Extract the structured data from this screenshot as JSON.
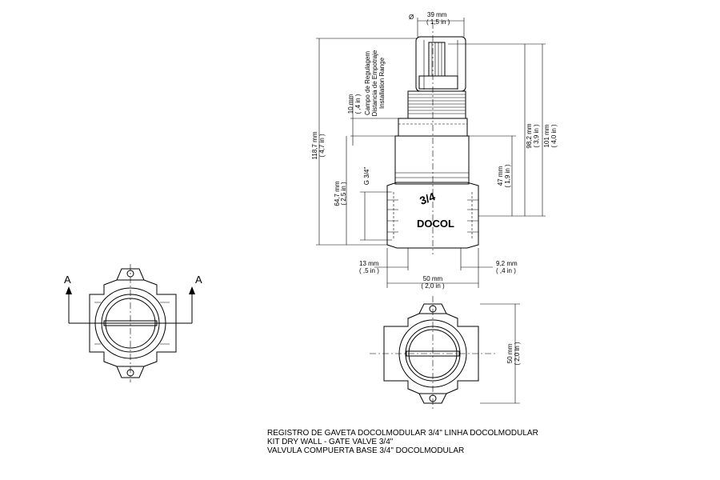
{
  "caption": {
    "line1": "REGISTRO DE GAVETA DOCOLMODULAR 3/4\" LINHA DOCOLMODULAR",
    "line2": "KIT DRY WALL - GATE VALVE 3/4\"",
    "line3": "VALVULA COMPUERTA BASE 3/4\" DOCOLMODULAR"
  },
  "brand": {
    "logo_text": "DOCOL",
    "body_mark": "3/4"
  },
  "section_marks": {
    "left": "A",
    "right": "A"
  },
  "dimensions": {
    "top_diameter": {
      "symbol": "Ø",
      "mm": "39 mm",
      "in": "( 1,5 in )"
    },
    "adjustment_10": {
      "mm": "10 mm",
      "in": "( ,4 in )"
    },
    "range_labels": [
      "Campo de Regulagem",
      "Distancia de Empotraje",
      "Installation Range"
    ],
    "overall_118": {
      "mm": "118,7 mm",
      "in": "( 4,7 in )"
    },
    "body_64": {
      "mm": "64,7 mm",
      "in": "( 2,5 in )"
    },
    "thread": "G 3/4\"",
    "height_98": {
      "mm": "98,2 mm",
      "in": "( 3,9 in )"
    },
    "height_101": {
      "mm": "101 mm",
      "in": "( 4,0 in )"
    },
    "height_47": {
      "mm": "47 mm",
      "in": "( 1,9 in )"
    },
    "port_13": {
      "mm": "13 mm",
      "in": "( ,5 in )"
    },
    "port_9": {
      "mm": "9,2 mm",
      "in": "( ,4 in )"
    },
    "width_50": {
      "mm": "50 mm",
      "in": "( 2,0 in )"
    },
    "depth_50": {
      "mm": "50 mm",
      "in": "( 2,0 in )"
    }
  }
}
